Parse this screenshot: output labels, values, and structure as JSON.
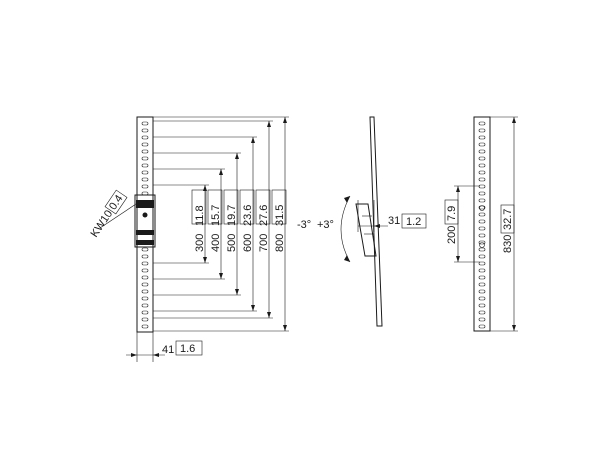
{
  "drawing": {
    "title": "",
    "front_view": {
      "dims_mm": [
        "300",
        "400",
        "500",
        "600",
        "700",
        "800"
      ],
      "dims_in": [
        "11.8",
        "15.7",
        "19.7",
        "23.6",
        "27.6",
        "31.5"
      ],
      "width_mm": "41",
      "width_in": "1.6",
      "kw_label": "KW10",
      "kw_in": "0.4"
    },
    "side_view": {
      "tilt_minus": "-3°",
      "tilt_plus": "+3°",
      "depth_mm": "31",
      "depth_in": "1.2"
    },
    "rear_view": {
      "spacing_mm": "200",
      "spacing_in": "7.9",
      "height_mm": "830",
      "height_in": "32.7"
    }
  }
}
